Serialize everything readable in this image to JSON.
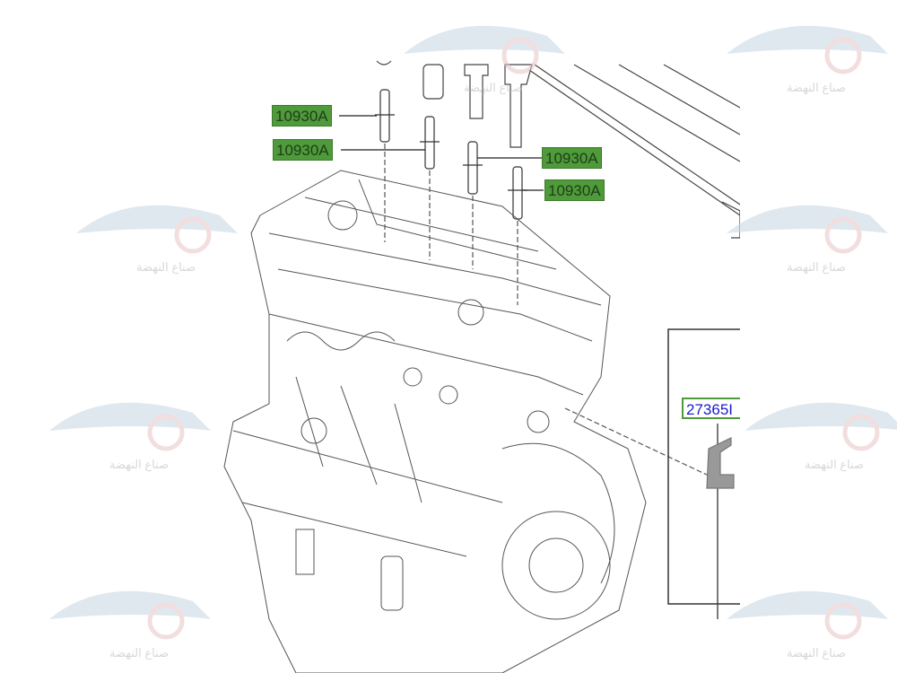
{
  "diagram": {
    "part_labels": [
      {
        "id": "spark-plug-1",
        "text": "10930A"
      },
      {
        "id": "spark-plug-2",
        "text": "10930A"
      },
      {
        "id": "spark-plug-3",
        "text": "10930A"
      },
      {
        "id": "spark-plug-4",
        "text": "10930A"
      },
      {
        "id": "bracket",
        "text": "27365I"
      }
    ],
    "watermark_text": "صناع النهضة",
    "colors": {
      "label_fill": "#4f9a3a",
      "label_text_blue": "#1a1ad0",
      "line": "#333333"
    }
  }
}
